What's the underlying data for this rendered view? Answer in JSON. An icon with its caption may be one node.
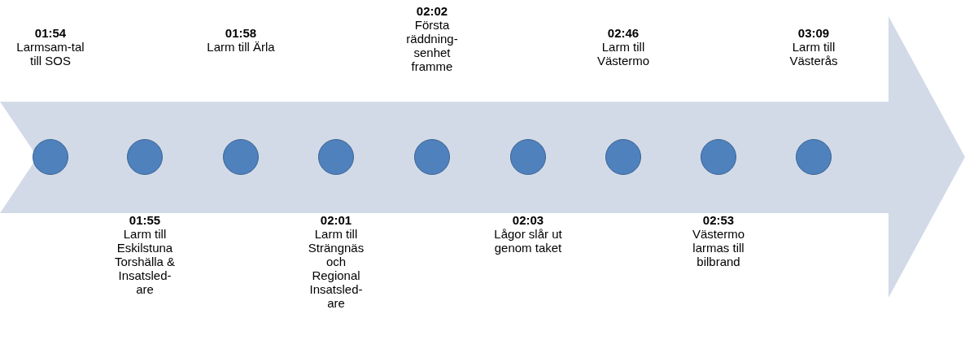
{
  "diagram": {
    "nodes": [
      {
        "text": [],
        "shape": "arrow"
      },
      {
        "text": [],
        "shape": "circle",
        "in": 0,
        "beside": [
          "01:54",
          "Larmsam-tal till SOS"
        ]
      },
      {
        "text": [],
        "shape": "circle",
        "in": 0,
        "beside": [
          "01:55",
          "Larm till Eskilstuna Torshälla & Insatsled-are"
        ]
      },
      {
        "text": [],
        "shape": "circle",
        "in": 0,
        "beside": [
          "01:58",
          "Larm till Ärla"
        ]
      },
      {
        "text": [],
        "shape": "circle",
        "in": 0,
        "beside": [
          "02:01",
          "Larm till Strängnäs och Regional Insatsled-are"
        ]
      },
      {
        "text": [],
        "shape": "circle",
        "in": 0,
        "beside": [
          "02:02",
          "Första räddning-senhet framme"
        ]
      },
      {
        "text": [],
        "shape": "circle",
        "in": 0,
        "beside": [
          "02:03",
          "Lågor slår ut genom taket"
        ]
      },
      {
        "text": [],
        "shape": "circle",
        "in": 0,
        "beside": [
          "02:46",
          "Larm till Västermo"
        ]
      },
      {
        "text": [],
        "shape": "circle",
        "in": 0,
        "beside": [
          "02:53",
          "Västermo larmas till bilbrand"
        ]
      },
      {
        "text": [],
        "shape": "circle",
        "in": 0,
        "beside": [
          "03:09",
          "Larm till Västerås"
        ]
      }
    ],
    "edges": []
  }
}
